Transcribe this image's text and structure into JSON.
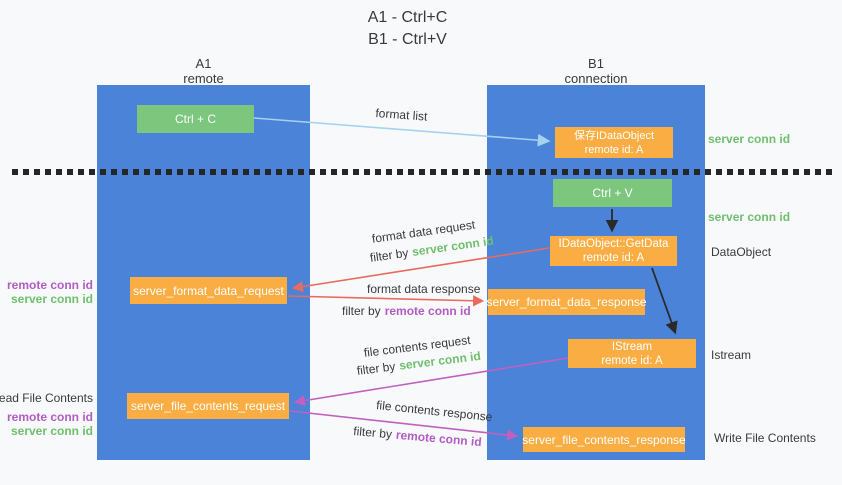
{
  "title": {
    "line1": "A1 - Ctrl+C",
    "line2": "B1 - Ctrl+V"
  },
  "lifelines": {
    "a1": {
      "name": "A1",
      "role": "remote"
    },
    "b1": {
      "name": "B1",
      "role": "connection"
    }
  },
  "nodes": {
    "ctrl_c": "Ctrl + C",
    "ctrl_v": "Ctrl + V",
    "save_idataobject": {
      "line1": "保存IDataObject",
      "line2": "remote id: A"
    },
    "getdata": {
      "line1": "IDataObject::GetData",
      "line2": "remote id: A"
    },
    "istream": {
      "line1": "IStream",
      "line2": "remote id: A"
    },
    "server_format_data_request": "server_format_data_request",
    "server_format_data_response": "server_format_data_response",
    "server_file_contents_request": "server_file_contents_request",
    "server_file_contents_response": "server_file_contents_response"
  },
  "arrow_labels": {
    "format_list": "format list",
    "format_data_request": "format data request",
    "format_data_response": "format data response",
    "file_contents_request": "file contents request",
    "file_contents_response": "file contents response",
    "filter_by": "filter by",
    "server_conn_id": "server conn id",
    "remote_conn_id": "remote conn id"
  },
  "side_labels": {
    "server_conn_id_top": "server conn id",
    "server_conn_id_mid": "server conn id",
    "data_object": "DataObject",
    "istream": "Istream",
    "write_file_contents": "Write File Contents",
    "remote_conn_id_format": "remote conn id",
    "server_conn_id_format": "server conn id",
    "read_file_contents": "Read File Contents",
    "remote_conn_id_file": "remote conn id",
    "server_conn_id_file": "server conn id"
  },
  "colors": {
    "lifeline_blue": "#4a83d8",
    "node_green": "#7cc67e",
    "node_orange": "#f9ad43",
    "label_green": "#6fbf6e",
    "label_purple": "#b25cc4",
    "arrow_red": "#e96a5f",
    "arrow_magenta": "#c060c0",
    "arrow_blue": "#a5d2ee",
    "arrow_black": "#2a2a2a",
    "background": "#f8f9fa"
  }
}
